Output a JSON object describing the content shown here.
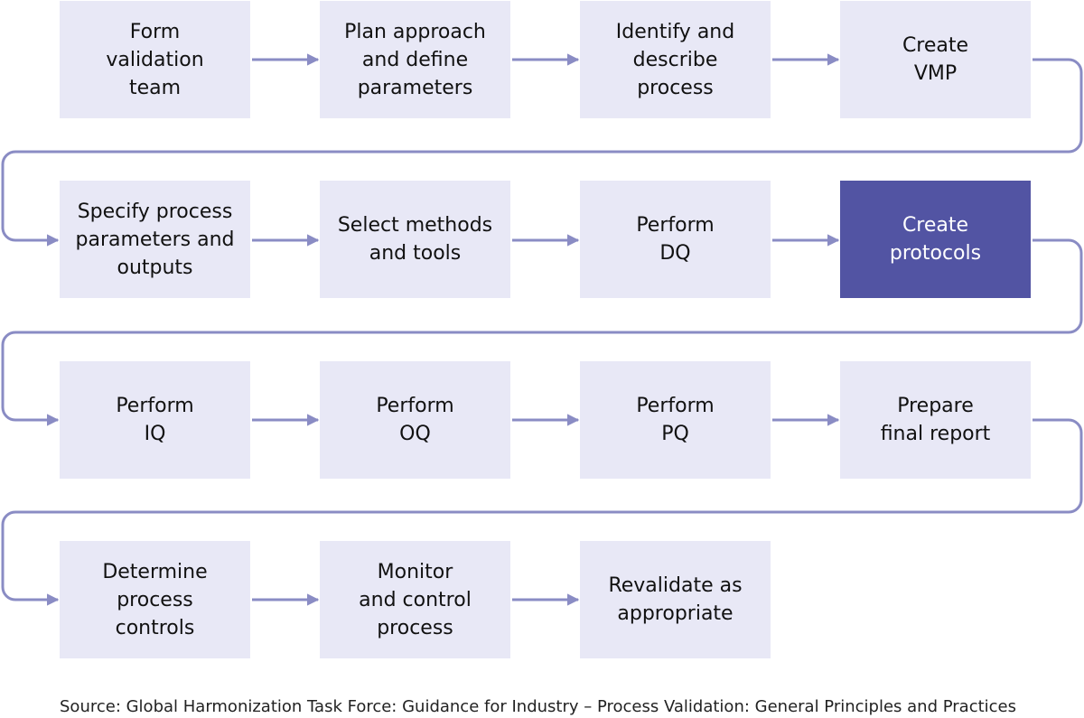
{
  "steps": [
    "Form\nvalidation\nteam",
    "Plan approach\nand define\nparameters",
    "Identify and\ndescribe\nprocess",
    "Create\nVMP",
    "Specify process\nparameters and\noutputs",
    "Select methods\nand tools",
    "Perform\nDQ",
    "Create\nprotocols",
    "Perform\nIQ",
    "Perform\nOQ",
    "Perform\nPQ",
    "Prepare\nfinal report",
    "Determine\nprocess\ncontrols",
    "Monitor\nand control\nprocess",
    "Revalidate as\nappropriate"
  ],
  "highlighted_step": "Create\nprotocols",
  "colors": {
    "box_fill": "#e8e8f6",
    "highlight_fill": "#5254a3",
    "arrow": "#8a8cc4"
  },
  "source": "Source: Global Harmonization Task Force: Guidance for Industry – Process Validation: General Principles and Practices"
}
